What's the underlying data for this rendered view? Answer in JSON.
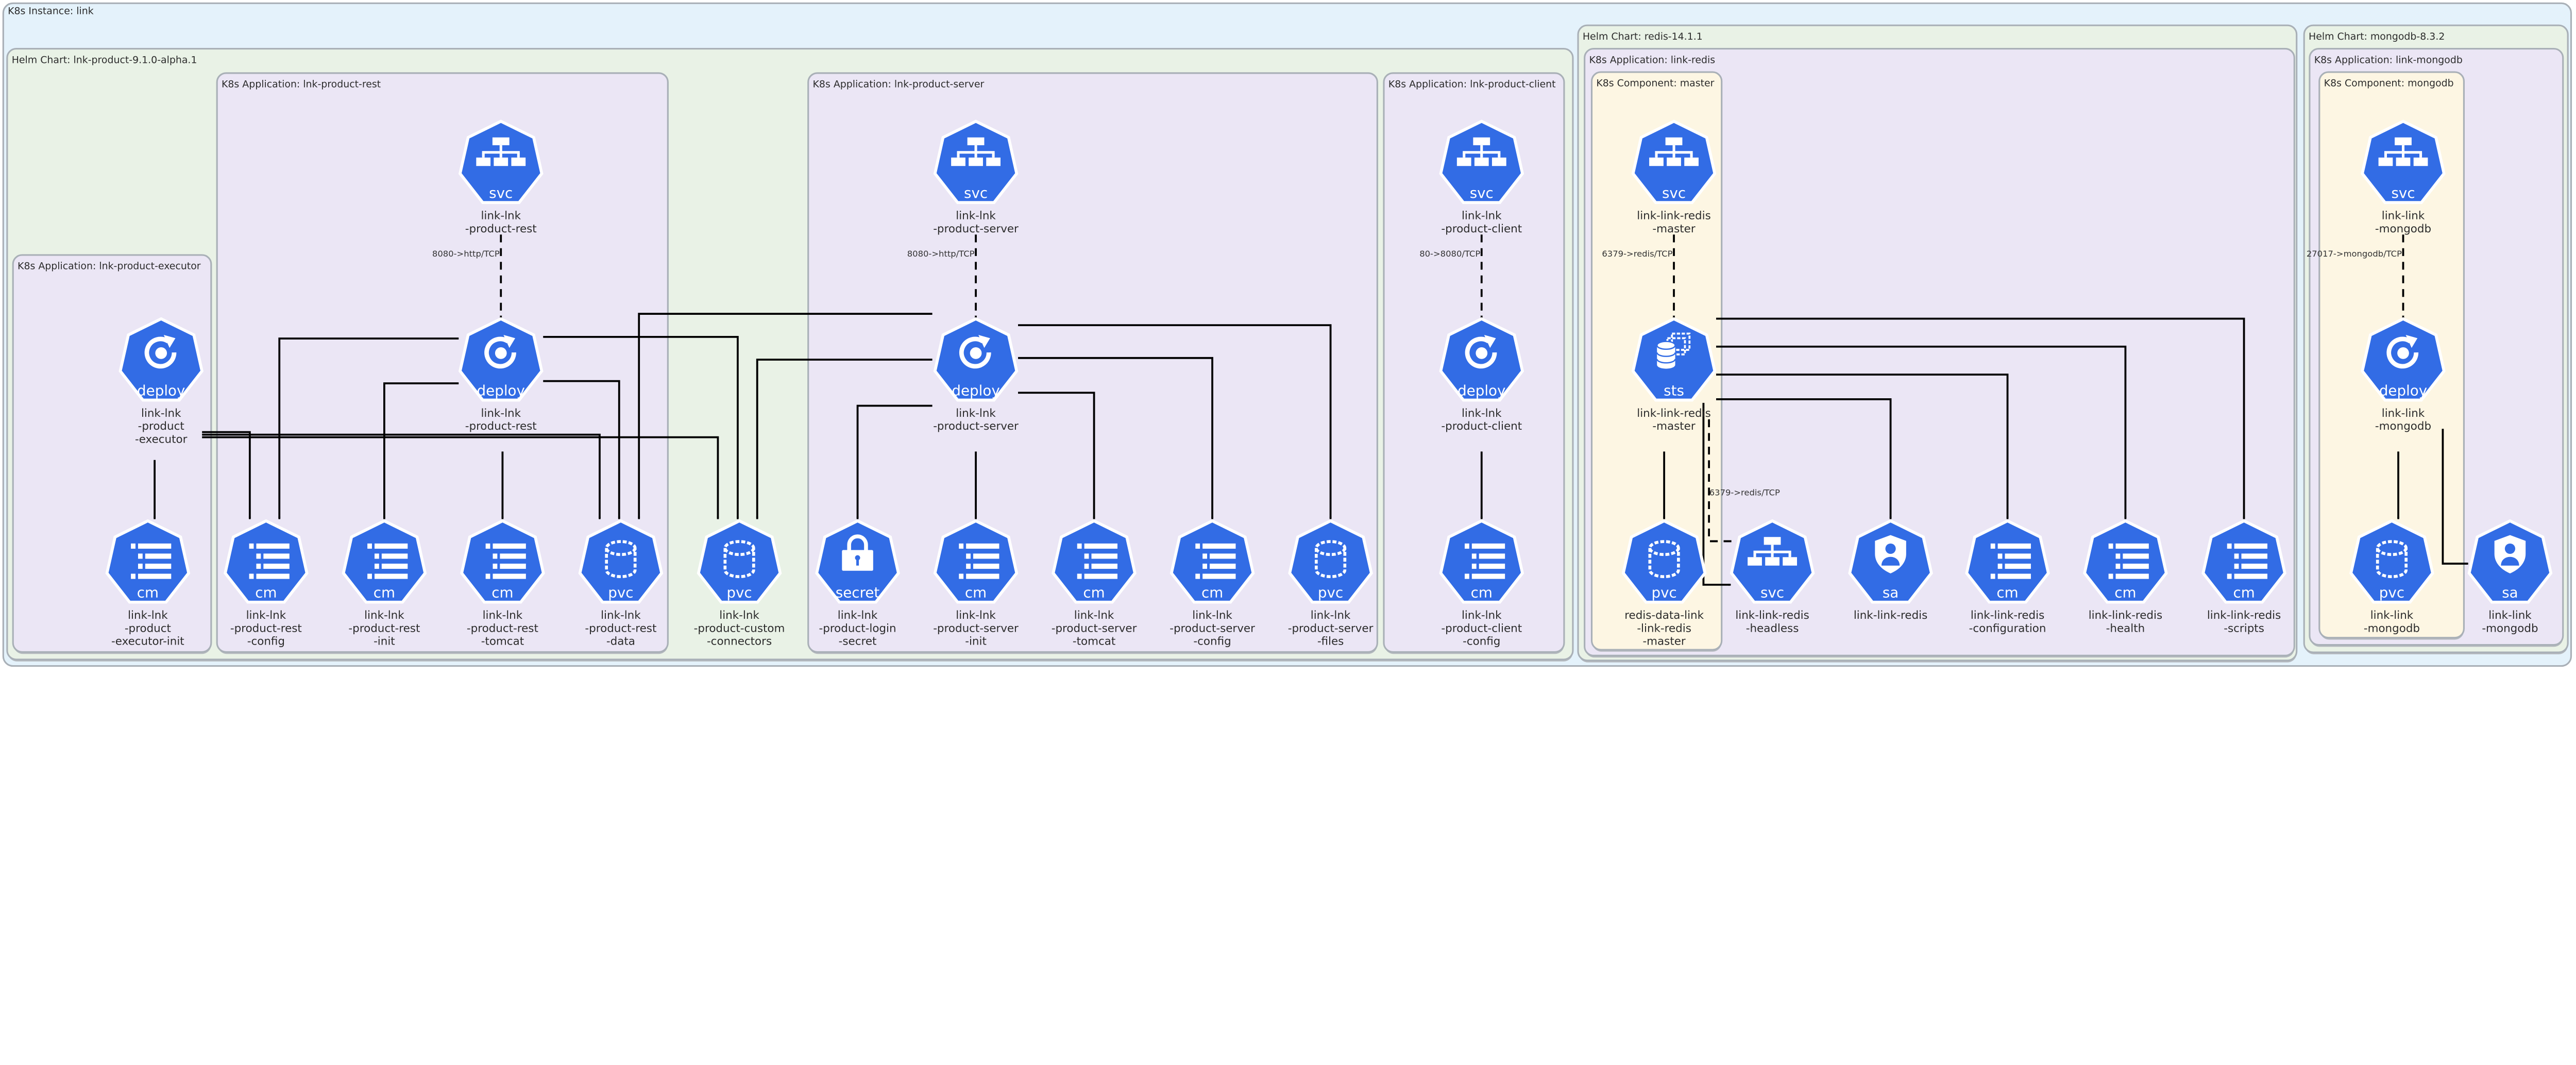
{
  "colors": {
    "instance_bg": "#e4f2fb",
    "helm_bg": "#e9f2e6",
    "app_bg": "#ebe6f5",
    "component_bg": "#fdf6e3",
    "border": "#a9b0b7",
    "icon": "#326ce5",
    "edge": "#000000"
  },
  "instance": {
    "title": "K8s Instance: link"
  },
  "groups": [
    {
      "id": "helm-product",
      "kind": "helm",
      "title": "Helm Chart: lnk-product-9.1.0-alpha.1"
    },
    {
      "id": "helm-redis",
      "kind": "helm",
      "title": "Helm Chart: redis-14.1.1"
    },
    {
      "id": "helm-mongodb",
      "kind": "helm",
      "title": "Helm Chart: mongodb-8.3.2"
    },
    {
      "id": "app-executor",
      "kind": "app",
      "title": "K8s Application: lnk-product-executor"
    },
    {
      "id": "app-rest",
      "kind": "app",
      "title": "K8s Application: lnk-product-rest"
    },
    {
      "id": "app-server",
      "kind": "app",
      "title": "K8s Application: lnk-product-server"
    },
    {
      "id": "app-client",
      "kind": "app",
      "title": "K8s Application: lnk-product-client"
    },
    {
      "id": "app-redis",
      "kind": "app",
      "title": "K8s Application: link-redis"
    },
    {
      "id": "comp-master",
      "kind": "component",
      "title": "K8s Component: master"
    },
    {
      "id": "app-mongodb",
      "kind": "app",
      "title": "K8s Application: link-mongodb"
    },
    {
      "id": "comp-mongodb",
      "kind": "component",
      "title": "K8s Component: mongodb"
    }
  ],
  "nodes": [
    {
      "id": "exec-deploy",
      "kind": "deploy",
      "label": [
        "link-lnk",
        "-product",
        "-executor"
      ]
    },
    {
      "id": "exec-cm",
      "kind": "cm",
      "label": [
        "link-lnk",
        "-product",
        "-executor-init"
      ]
    },
    {
      "id": "rest-svc",
      "kind": "svc",
      "label": [
        "link-lnk",
        "-product-rest"
      ]
    },
    {
      "id": "rest-deploy",
      "kind": "deploy",
      "label": [
        "link-lnk",
        "-product-rest"
      ]
    },
    {
      "id": "rest-cm-config",
      "kind": "cm",
      "label": [
        "link-lnk",
        "-product-rest",
        "-config"
      ]
    },
    {
      "id": "rest-cm-init",
      "kind": "cm",
      "label": [
        "link-lnk",
        "-product-rest",
        "-init"
      ]
    },
    {
      "id": "rest-cm-tomcat",
      "kind": "cm",
      "label": [
        "link-lnk",
        "-product-rest",
        "-tomcat"
      ]
    },
    {
      "id": "rest-pvc-data",
      "kind": "pvc",
      "label": [
        "link-lnk",
        "-product-rest",
        "-data"
      ]
    },
    {
      "id": "pvc-connectors",
      "kind": "pvc",
      "label": [
        "link-lnk",
        "-product-custom",
        "-connectors"
      ]
    },
    {
      "id": "server-svc",
      "kind": "svc",
      "label": [
        "link-lnk",
        "-product-server"
      ]
    },
    {
      "id": "server-deploy",
      "kind": "deploy",
      "label": [
        "link-lnk",
        "-product-server"
      ]
    },
    {
      "id": "server-secret",
      "kind": "secret",
      "label": [
        "link-lnk",
        "-product-login",
        "-secret"
      ]
    },
    {
      "id": "server-cm-init",
      "kind": "cm",
      "label": [
        "link-lnk",
        "-product-server",
        "-init"
      ]
    },
    {
      "id": "server-cm-tomcat",
      "kind": "cm",
      "label": [
        "link-lnk",
        "-product-server",
        "-tomcat"
      ]
    },
    {
      "id": "server-cm-config",
      "kind": "cm",
      "label": [
        "link-lnk",
        "-product-server",
        "-config"
      ]
    },
    {
      "id": "server-pvc-files",
      "kind": "pvc",
      "label": [
        "link-lnk",
        "-product-server",
        "-files"
      ]
    },
    {
      "id": "client-svc",
      "kind": "svc",
      "label": [
        "link-lnk",
        "-product-client"
      ]
    },
    {
      "id": "client-deploy",
      "kind": "deploy",
      "label": [
        "link-lnk",
        "-product-client"
      ]
    },
    {
      "id": "client-cm-config",
      "kind": "cm",
      "label": [
        "link-lnk",
        "-product-client",
        "-config"
      ]
    },
    {
      "id": "redis-svc-master",
      "kind": "svc",
      "label": [
        "link-link-redis",
        "-master"
      ]
    },
    {
      "id": "redis-sts-master",
      "kind": "sts",
      "label": [
        "link-link-redis",
        "-master"
      ]
    },
    {
      "id": "redis-pvc",
      "kind": "pvc",
      "label": [
        "redis-data-link",
        "-link-redis",
        "-master"
      ]
    },
    {
      "id": "redis-svc-headless",
      "kind": "svc",
      "label": [
        "link-link-redis",
        "-headless"
      ]
    },
    {
      "id": "redis-sa",
      "kind": "sa",
      "label": [
        "link-link-redis"
      ]
    },
    {
      "id": "redis-cm-configuration",
      "kind": "cm",
      "label": [
        "link-link-redis",
        "-configuration"
      ]
    },
    {
      "id": "redis-cm-health",
      "kind": "cm",
      "label": [
        "link-link-redis",
        "-health"
      ]
    },
    {
      "id": "redis-cm-scripts",
      "kind": "cm",
      "label": [
        "link-link-redis",
        "-scripts"
      ]
    },
    {
      "id": "mongo-svc",
      "kind": "svc",
      "label": [
        "link-link",
        "-mongodb"
      ]
    },
    {
      "id": "mongo-deploy",
      "kind": "deploy",
      "label": [
        "link-link",
        "-mongodb"
      ]
    },
    {
      "id": "mongo-pvc",
      "kind": "pvc",
      "label": [
        "link-link",
        "-mongodb"
      ]
    },
    {
      "id": "mongo-sa",
      "kind": "sa",
      "label": [
        "link-link",
        "-mongodb"
      ]
    }
  ],
  "edges": [
    {
      "from": "exec-deploy",
      "to": "exec-cm",
      "style": "solid"
    },
    {
      "from": "exec-deploy",
      "to": "rest-cm-config",
      "style": "solid"
    },
    {
      "from": "exec-deploy",
      "to": "rest-pvc-data",
      "style": "solid"
    },
    {
      "from": "exec-deploy",
      "to": "pvc-connectors",
      "style": "solid"
    },
    {
      "from": "rest-deploy",
      "to": "rest-cm-config",
      "style": "solid"
    },
    {
      "from": "rest-deploy",
      "to": "rest-cm-init",
      "style": "solid"
    },
    {
      "from": "rest-deploy",
      "to": "rest-cm-tomcat",
      "style": "solid"
    },
    {
      "from": "rest-deploy",
      "to": "rest-pvc-data",
      "style": "solid"
    },
    {
      "from": "rest-deploy",
      "to": "pvc-connectors",
      "style": "solid"
    },
    {
      "from": "server-deploy",
      "to": "rest-pvc-data",
      "style": "solid"
    },
    {
      "from": "server-deploy",
      "to": "pvc-connectors",
      "style": "solid"
    },
    {
      "from": "server-deploy",
      "to": "server-secret",
      "style": "solid"
    },
    {
      "from": "server-deploy",
      "to": "server-cm-init",
      "style": "solid"
    },
    {
      "from": "server-deploy",
      "to": "server-cm-tomcat",
      "style": "solid"
    },
    {
      "from": "server-deploy",
      "to": "server-cm-config",
      "style": "solid"
    },
    {
      "from": "server-deploy",
      "to": "server-pvc-files",
      "style": "solid"
    },
    {
      "from": "client-deploy",
      "to": "client-cm-config",
      "style": "solid"
    },
    {
      "from": "redis-sts-master",
      "to": "redis-pvc",
      "style": "solid"
    },
    {
      "from": "redis-sts-master",
      "to": "redis-svc-headless",
      "style": "solid"
    },
    {
      "from": "redis-svc-headless",
      "to": "redis-sts-master",
      "style": "dashed",
      "label": "6379->redis/TCP"
    },
    {
      "from": "redis-sts-master",
      "to": "redis-sa",
      "style": "solid"
    },
    {
      "from": "redis-sts-master",
      "to": "redis-cm-configuration",
      "style": "solid"
    },
    {
      "from": "redis-sts-master",
      "to": "redis-cm-health",
      "style": "solid"
    },
    {
      "from": "redis-sts-master",
      "to": "redis-cm-scripts",
      "style": "solid"
    },
    {
      "from": "mongo-deploy",
      "to": "mongo-pvc",
      "style": "solid"
    },
    {
      "from": "mongo-deploy",
      "to": "mongo-sa",
      "style": "solid"
    },
    {
      "from": "rest-svc",
      "to": "rest-deploy",
      "style": "dashed",
      "label": "8080->http/TCP"
    },
    {
      "from": "server-svc",
      "to": "server-deploy",
      "style": "dashed",
      "label": "8080->http/TCP"
    },
    {
      "from": "client-svc",
      "to": "client-deploy",
      "style": "dashed",
      "label": "80->8080/TCP"
    },
    {
      "from": "redis-svc-master",
      "to": "redis-sts-master",
      "style": "dashed",
      "label": "6379->redis/TCP"
    },
    {
      "from": "mongo-svc",
      "to": "mongo-deploy",
      "style": "dashed",
      "label": "27017->mongodb/TCP"
    }
  ]
}
